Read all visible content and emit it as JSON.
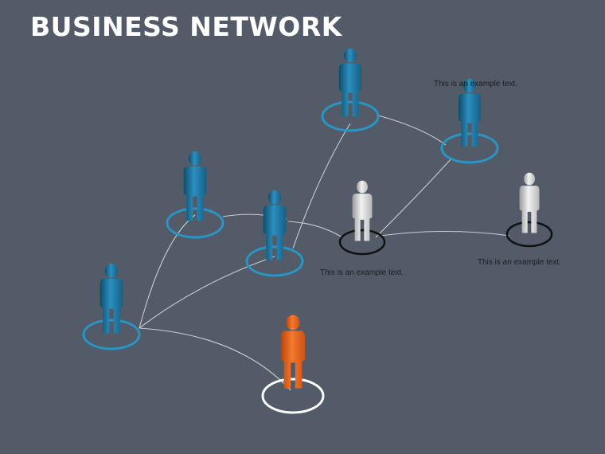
{
  "slide": {
    "title": "BUSINESS NETWORK",
    "captions": [
      "This is an example text.",
      "This is an example text.",
      "This is an example text."
    ]
  },
  "colors": {
    "background": "#525b67",
    "person_blue": "#1f6f96",
    "person_blue_ring": "#2a95c4",
    "person_gray": "#d2d2d2",
    "person_gray_ring": "#111111",
    "person_orange": "#e4601b",
    "person_orange_ring": "#ffffff",
    "connector": "#c9ccd0"
  },
  "icons": [
    "person-icon",
    "ring-base-icon"
  ]
}
